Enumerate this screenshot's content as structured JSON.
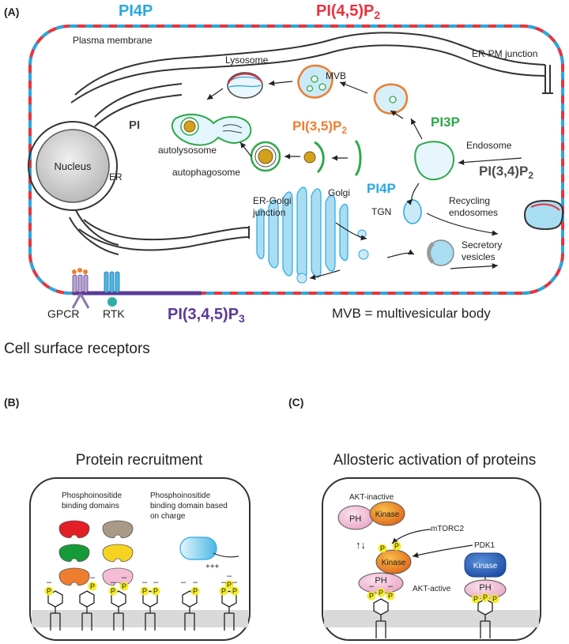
{
  "panels": {
    "a": {
      "label": "(A)",
      "top_left_lipid": "PI4P",
      "top_right_lipid": "PI(4,5)P",
      "top_right_sub": "2",
      "plasma_membrane": "Plasma membrane",
      "er_pm_junction": "ER-PM junction",
      "lysosome": "Lysosome",
      "mvb": "MVB",
      "pi35": "PI(3,5)P",
      "pi35_sub": "2",
      "pi": "PI",
      "nucleus": "Nucleus",
      "er": "ER",
      "autolysosome": "autolysosome",
      "autophagosome": "autophagosome",
      "pi3p": "PI3P",
      "endosome": "Endosome",
      "pi34": "PI(3,4)P",
      "pi34_sub": "2",
      "er_golgi_1": "ER-Golgi",
      "er_golgi_2": "junction",
      "golgi": "Golgi",
      "golgi_pi4p": "PI4P",
      "tgn": "TGN",
      "recycling_1": "Recycling",
      "recycling_2": "endosomes",
      "secretory_1": "Secretory",
      "secretory_2": "vesicles",
      "gpcr": "GPCR",
      "rtk": "RTK",
      "pip3": "PI(3,4,5)P",
      "pip3_sub": "3",
      "mvb_def": "MVB = multivesicular body",
      "cell_surface": "Cell surface receptors"
    },
    "b": {
      "label": "(B)",
      "title": "Protein recruitment",
      "domains_1": "Phosphoinositide",
      "domains_2": "binding domains",
      "charge_1": "Phosphoinositide",
      "charge_2": "binding domain based",
      "charge_3": "on charge",
      "charge_mark": "+++",
      "p": "P",
      "minus": "–"
    },
    "c": {
      "label": "(C)",
      "title": "Allosteric activation of proteins",
      "akt_inactive": "AKT-inactive",
      "akt_active": "AKT-active",
      "ph": "PH",
      "kinase": "Kinase",
      "mtorc2": "mTORC2",
      "pdk1": "PDK1",
      "p": "P",
      "minus": "–",
      "updown": "↑↓"
    }
  },
  "colors": {
    "pi4p": "#29a8e0",
    "pi45p2": "#e8333c",
    "pi35p2": "#ee7d2f",
    "pi3p": "#2ea84a",
    "pi34p2": "#4d4d4d",
    "pip3": "#5b3a97",
    "golgi": "#a8ddf2",
    "phospho": "#f4ec2a"
  }
}
